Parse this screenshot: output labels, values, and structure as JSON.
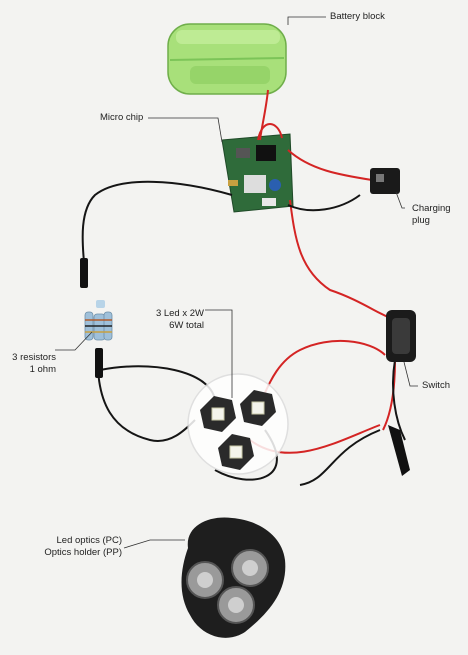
{
  "labels": {
    "battery": "Battery block",
    "micro_chip": "Micro chip",
    "charging_line1": "Charging",
    "charging_line2": "plug",
    "leds_line1": "3 Led x 2W",
    "leds_line2": "6W total",
    "resistors_line1": "3 resistors",
    "resistors_line2": "1 ohm",
    "switch": "Switch",
    "optics_line1": "Led optics (PC)",
    "optics_line2": "Optics holder (PP)"
  },
  "colors": {
    "background": "#f3f3f1",
    "battery": "#a8e07a",
    "pcb": "#2f6b3a",
    "wire_red": "#d42424",
    "wire_black": "#151515",
    "led_board": "#2a2a2a",
    "optics": "#1e1e1e"
  }
}
